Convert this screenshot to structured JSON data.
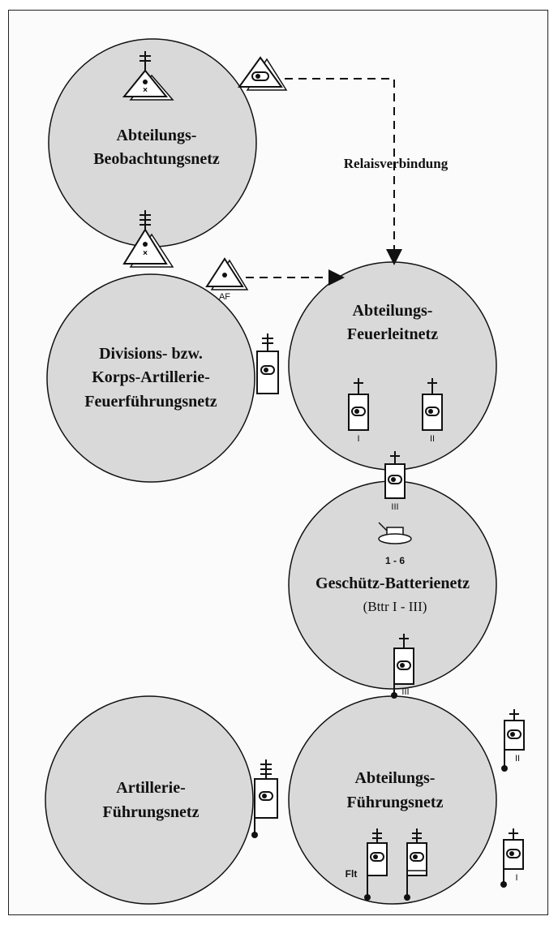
{
  "nets": {
    "beobachtung": {
      "line1": "Abteilungs-",
      "line2": "Beobachtungsnetz"
    },
    "divisions": {
      "line1": "Divisions- bzw.",
      "line2": "Korps-Artillerie-",
      "line3": "Feuerführungsnetz"
    },
    "feuerleit": {
      "line1": "Abteilungs-",
      "line2": "Feuerleitnetz"
    },
    "geschuetz": {
      "line1": "Geschütz-Batterienetz",
      "sub": "(Bttr I - III)"
    },
    "artillerie": {
      "line1": "Artillerie-",
      "line2": "Führungsnetz"
    },
    "fuehrung": {
      "line1": "Abteilungs-",
      "line2": "Führungsnetz"
    }
  },
  "relay_label": "Relaisverbindung",
  "labels": {
    "af": "AF",
    "radio_i": "I",
    "radio_ii": "II",
    "radio_iii": "III",
    "gun_range": "1 - 6",
    "flt": "Flt"
  },
  "colors": {
    "circle_fill": "#d9d9d9",
    "stroke": "#111111"
  }
}
